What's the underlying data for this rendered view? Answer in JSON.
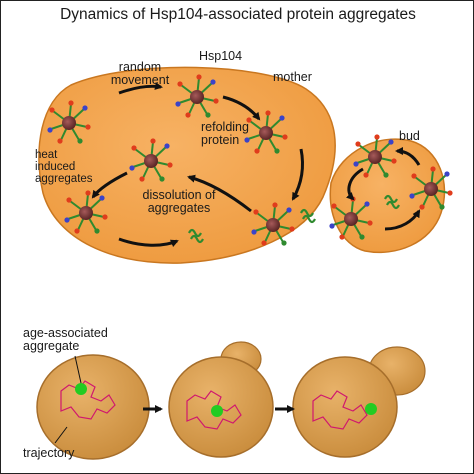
{
  "title": "Dynamics of Hsp104-associated protein aggregates",
  "labels": {
    "random_movement": "random movement",
    "hsp104": "Hsp104",
    "mother": "mother",
    "bud": "bud",
    "heat_induced": "heat induced aggregates",
    "refolding": "refolding protein",
    "dissolution": "dissolution of aggregates",
    "age_associated": "age-associated aggregate",
    "trajectory": "trajectory"
  },
  "colors": {
    "cell_fill": "#f4a24d",
    "cell_stroke": "#c97720",
    "aggregate_core": "#7a3a3a",
    "hsp104_green": "#2f8a2f",
    "refolding_red": "#e03c1c",
    "refolding_blue": "#3b43c8",
    "age_aggregate": "#22cc22",
    "trajectory": "#d0186e",
    "arrow": "#111111"
  }
}
